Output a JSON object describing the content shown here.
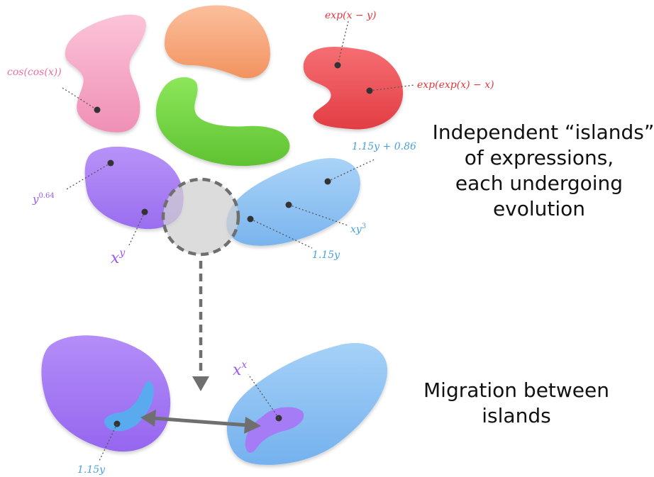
{
  "captions": {
    "independent_line1": "Independent “islands”",
    "independent_line2": "of expressions,",
    "independent_line3": "each undergoing",
    "independent_line4": "evolution",
    "migration_line1": "Migration between",
    "migration_line2": "islands"
  },
  "islands": {
    "pink": {
      "color": "#f7a6c4",
      "labels": {
        "cos": "cos(cos(x))"
      }
    },
    "orange": {
      "color": "#f9ad84"
    },
    "green": {
      "color": "#78d94a"
    },
    "red": {
      "color": "#f1585e",
      "labels": {
        "exp_x_minus_y": "exp(x − y)",
        "exp_exp": "exp(exp(x) − x)"
      }
    },
    "purple": {
      "color": "#a67cf6",
      "labels": {
        "y_pow": "y",
        "y_pow_exp": "0.64",
        "x_pow": "x",
        "x_pow_exp": "y"
      }
    },
    "blue": {
      "color": "#8ec2f4",
      "labels": {
        "linear": "1.15y + 0.86",
        "xy_base": "xy",
        "xy_exp": "3",
        "scaled": "1.15y"
      }
    }
  },
  "migration": {
    "purple_island_label": "1.15y",
    "blue_island_label_base": "x",
    "blue_island_label_exp": "x"
  },
  "colors": {
    "label_pink": "#e86fa0",
    "label_red": "#e8353b",
    "label_purple": "#9b59f5",
    "label_blue": "#4a9fe0",
    "arrow": "#6f6f6f",
    "dashed_circle": "#6f6f6f"
  }
}
